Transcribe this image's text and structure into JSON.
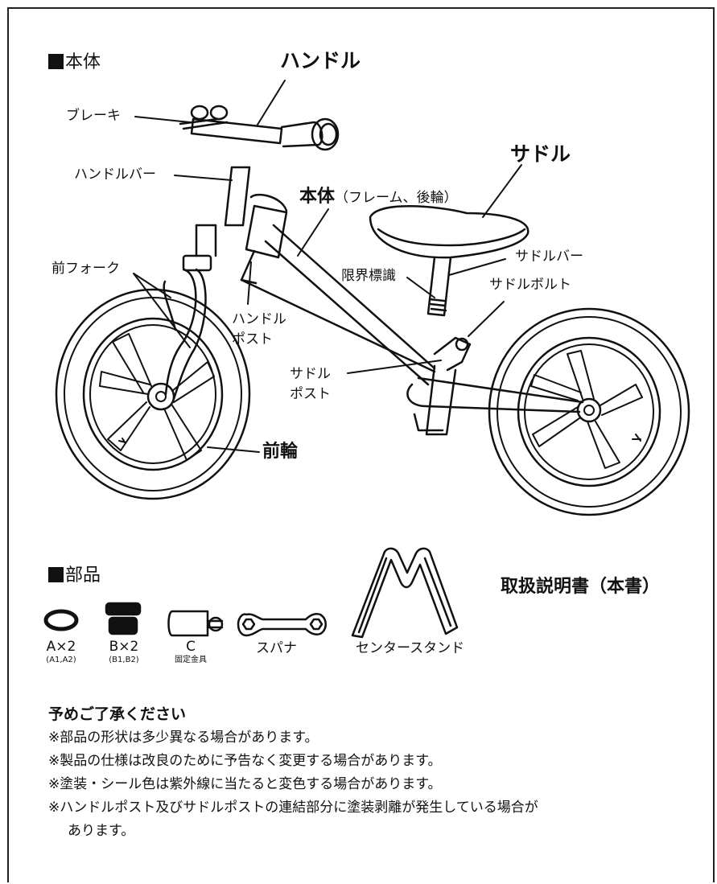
{
  "main_section": {
    "title": "本体"
  },
  "callouts": {
    "handle": "ハンドル",
    "brake": "ブレーキ",
    "handlebar": "ハンドルバー",
    "body_bold": "本体",
    "body_paren": "（フレーム、後輪）",
    "saddle": "サドル",
    "saddle_bar": "サドルバー",
    "limit_mark": "限界標識",
    "saddle_bolt": "サドルボルト",
    "front_fork": "前フォーク",
    "handle_post_1": "ハンドル",
    "handle_post_2": "ポスト",
    "saddle_post_1": "サドル",
    "saddle_post_2": "ポスト",
    "front_wheel": "前輪"
  },
  "parts_section": {
    "title": "部品",
    "manual": "取扱説明書（本書）",
    "items": [
      {
        "label": "A×2",
        "sub": "(A1,A2)"
      },
      {
        "label": "B×2",
        "sub": "(B1,B2)"
      },
      {
        "label": "C",
        "sub": "固定金具"
      },
      {
        "label": "スパナ",
        "sub": ""
      },
      {
        "label": "センタースタンド",
        "sub": ""
      }
    ]
  },
  "notice": {
    "title": "予めご了承ください",
    "lines": [
      "※部品の形状は多少異なる場合があります。",
      "※製品の仕様は改良のために予告なく変更する場合があります。",
      "※塗装・シール色は紫外線に当たると変色する場合があります。",
      "※ハンドルポスト及びサドルポストの連結部分に塗装剥離が発生している場合が",
      "あります。"
    ]
  }
}
